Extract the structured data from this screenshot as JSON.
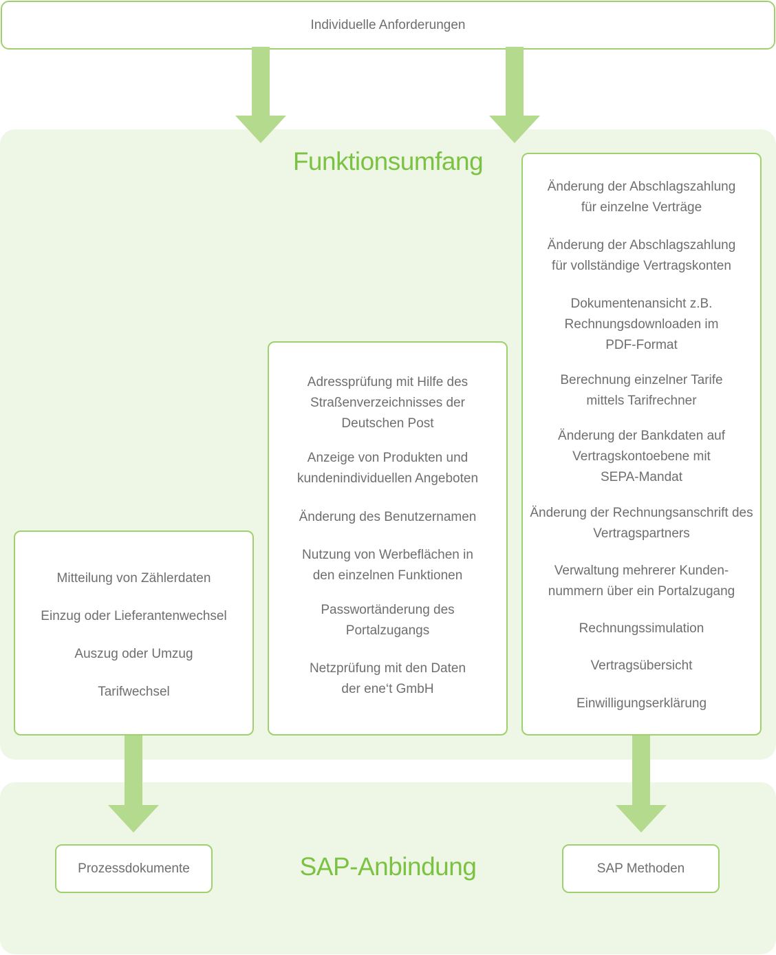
{
  "top_box": {
    "label": "Individuelle Anforderungen"
  },
  "funktionsumfang": {
    "title": "Funktionsumfang",
    "left_box": {
      "items": [
        "Mitteilung von Zählerdaten",
        "Einzug oder Lieferantenwechsel",
        "Auszug oder Umzug",
        "Tarifwechsel"
      ]
    },
    "middle_box": {
      "items": [
        "Adressprüfung mit Hilfe des\nStraßenverzeichnisses der\nDeutschen Post",
        "Anzeige von Produkten und\nkundenindividuellen Angeboten",
        "Änderung des Benutzernamen",
        "Nutzung von Werbeflächen in\nden einzelnen Funktionen",
        "Passwortänderung des\nPortalzugangs",
        "Netzprüfung mit den Daten\nder ene‘t GmbH"
      ]
    },
    "right_box": {
      "items": [
        "Änderung der Abschlagszahlung\nfür einzelne Verträge",
        "Änderung der Abschlagszahlung\nfür vollständige Vertragskonten",
        "Dokumentenansicht z.B.\nRechnungsdownloaden im\nPDF-Format",
        "Berechnung einzelner Tarife\nmittels Tarifrechner",
        "Änderung der Bankdaten auf\nVertragskontoebene mit\nSEPA-Mandat",
        "Änderung der Rechnungsanschrift des\nVertragspartners",
        "Verwaltung mehrerer Kunden-\nnummern über ein Portalzugang",
        "Rechnungssimulation",
        "Vertragsübersicht",
        "Einwilligungserklärung"
      ]
    }
  },
  "sap_anbindung": {
    "title": "SAP-Anbindung",
    "left_box": {
      "label": "Prozessdokumente"
    },
    "right_box": {
      "label": "SAP Methoden"
    }
  },
  "colors": {
    "accent_green": "#7cc242",
    "border_green": "#9fd06e",
    "arrow_green": "#b4da8d",
    "panel_background": "#eef6e6"
  }
}
